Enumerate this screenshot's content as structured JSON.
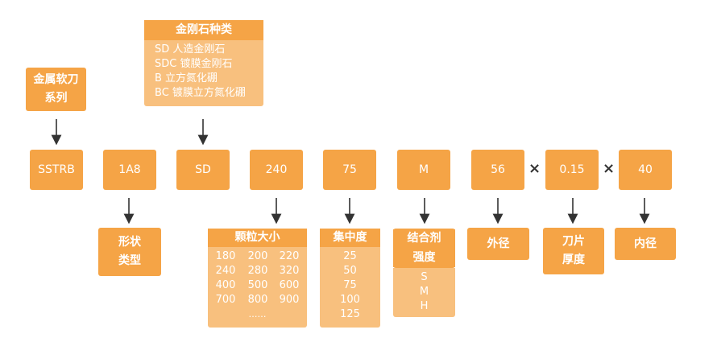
{
  "diamond_type": {
    "title": "金刚石种类",
    "items": [
      "SD 人造金刚石",
      "SDC 镀膜金刚石",
      "B  立方氮化硼",
      "BC 镀膜立方氮化硼"
    ]
  },
  "series": {
    "line1": "金属软刀",
    "line2": "系列"
  },
  "codes": [
    "SSTRB",
    "1A8",
    "SD",
    "240",
    "75",
    "M",
    "56",
    "0.15",
    "40"
  ],
  "times_symbol": "×",
  "shape": {
    "line1": "形状",
    "line2": "类型"
  },
  "grit": {
    "title": "颗粒大小",
    "rows": [
      [
        "180",
        "200",
        "220"
      ],
      [
        "240",
        "280",
        "320"
      ],
      [
        "400",
        "500",
        "600"
      ],
      [
        "700",
        "800",
        "900"
      ]
    ],
    "more": "……"
  },
  "concentration": {
    "title": "集中度",
    "values": [
      "25",
      "50",
      "75",
      "100",
      "125"
    ]
  },
  "bond": {
    "line1": "结合剂",
    "line2": "强度",
    "values": [
      "S",
      "M",
      "H"
    ]
  },
  "outer_diameter": "外径",
  "thickness": {
    "line1": "刀片",
    "line2": "厚度"
  },
  "inner_diameter": "内径",
  "colors": {
    "dark": "#f5a446",
    "light": "#f8c07e",
    "arrow": "#333333"
  }
}
